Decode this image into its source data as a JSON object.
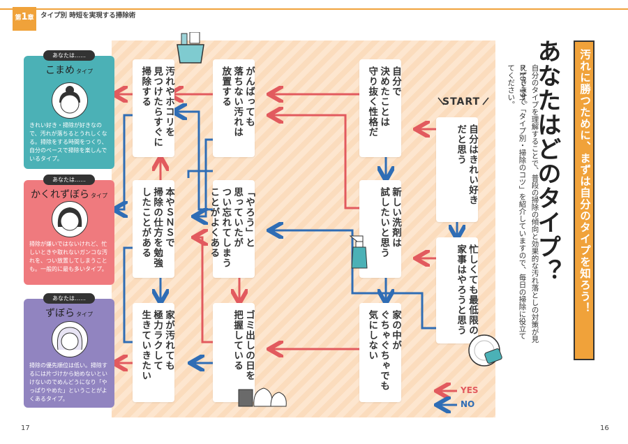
{
  "header": {
    "chapter_pre": "第",
    "chapter_num": "1",
    "chapter_post": "章",
    "section": "タイプ別 時短を実現する掃除術"
  },
  "pages": {
    "left": "17",
    "right": "16"
  },
  "title": {
    "catch": "汚れに勝つために、まずは自分のタイプを知ろう！",
    "main": "あなたはどのタイプ？"
  },
  "lead": {
    "line1": "自分のタイプを理解することで、普段の掃除の傾向と効果的な汚れ落としの対策が見えてきます。",
    "line2": "Ｐ18〜19で「タイプ別・掃除のコツ」を紹介していますので、毎日の掃除に役立ててください。"
  },
  "start_label": "START",
  "questions": {
    "q1": "自分はきれい好き\nだと思う",
    "q2": "自分で\n決めたことは\n守り抜く性格だ",
    "q3": "忙しくても最低限の\n家事はやろうと思う",
    "q4": "新しい洗剤は\n試したいと思う",
    "q5": "家の中が\nぐちゃぐちゃでも\n気にしない",
    "q6": "がんばっても\n落ちない汚れは\n放置する",
    "q7": "「やろう」と\n思っていたが\nつい忘れてしまう\nことがよくある",
    "q8": "ゴミ出しの日を\n把握している",
    "q9": "汚れやホコリを\n見つけたらすぐに\n掃除する",
    "q10": "本やＳＮＳで\n掃除の仕方を勉強\nしたことがある",
    "q11": "家が汚れても\n極力ラクして\n生きていきたい"
  },
  "types": [
    {
      "badge": "あなたは……",
      "name": "こまめ",
      "suffix": "タイプ",
      "color": "#4bb1b6",
      "desc": "きれい好き・掃除が好きなので、汚れが落ちるとうれしくなる。掃除をする時間をつくり、自分のペースで掃除を楽しんでいるタイプ。"
    },
    {
      "badge": "あなたは……",
      "name": "かくれずぼら",
      "suffix": "タイプ",
      "color": "#ef7a7e",
      "desc": "掃除が嫌いではないけれど、忙しいときや取れないガンコな汚れを、つい放置してしまうことも。一般的に最も多いタイプ。"
    },
    {
      "badge": "あなたは……",
      "name": "ずぼら",
      "suffix": "タイプ",
      "color": "#9184c0",
      "desc": "掃除の優先順位は低い。掃除するには片づけから始めないといけないのでめんどうになり「やっぱりやめた」ということがよくあるタイプ。"
    }
  ],
  "legend": {
    "yes": "YES",
    "no": "NO",
    "yes_color": "#e25a5e",
    "no_color": "#2f6db5"
  }
}
